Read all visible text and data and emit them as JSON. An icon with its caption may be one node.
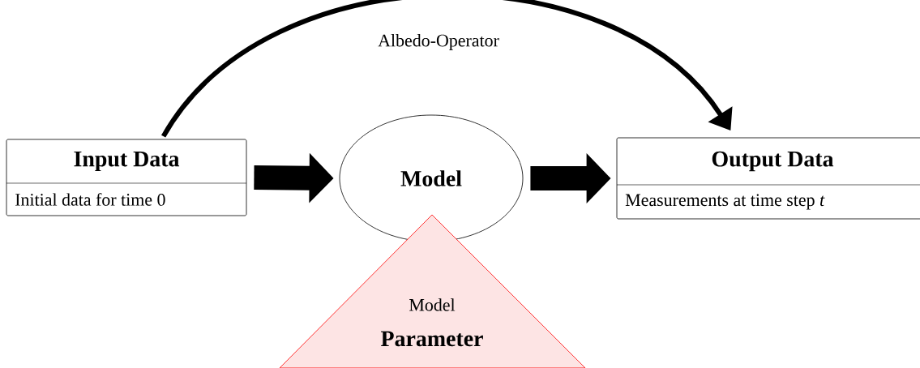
{
  "diagram": {
    "nodes": [
      {
        "text": [
          "Input Data",
          "Initial data for time 0"
        ]
      },
      {
        "text": [
          "Model"
        ]
      },
      {
        "text": [
          "Output Data",
          "Measurements at time step *t*"
        ]
      },
      {
        "text": [
          "Model",
          "Parameter"
        ]
      }
    ],
    "edges": [
      {
        "from": 0,
        "to": 1,
        "arrow": "to"
      },
      {
        "from": 1,
        "to": 2,
        "arrow": "to"
      },
      {
        "from": 0,
        "to": 2,
        "arrow": "to",
        "label": "Albedo-Operator"
      }
    ]
  }
}
